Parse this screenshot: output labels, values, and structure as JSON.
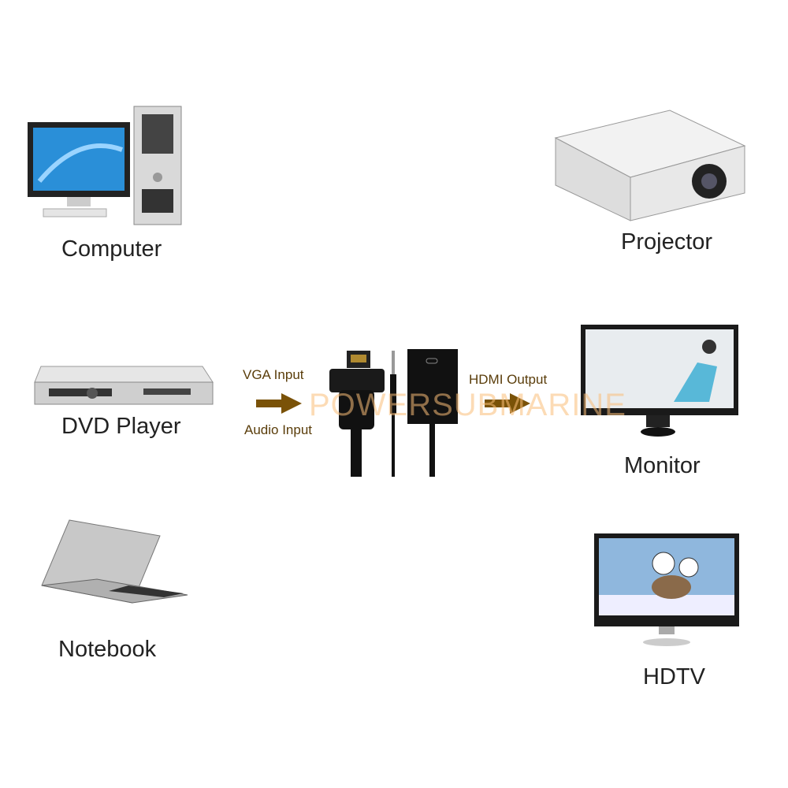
{
  "devices": {
    "computer": "Computer",
    "dvd": "DVD Player",
    "notebook": "Notebook",
    "projector": "Projector",
    "monitor": "Monitor",
    "hdtv": "HDTV"
  },
  "adapter": {
    "vga_input": "VGA Input",
    "audio_input": "Audio Input",
    "hdmi_output": "HDMI Output"
  },
  "watermark": "POWERSUBMARINE",
  "colors": {
    "arrow": "#7a5208",
    "text": "#222222"
  }
}
